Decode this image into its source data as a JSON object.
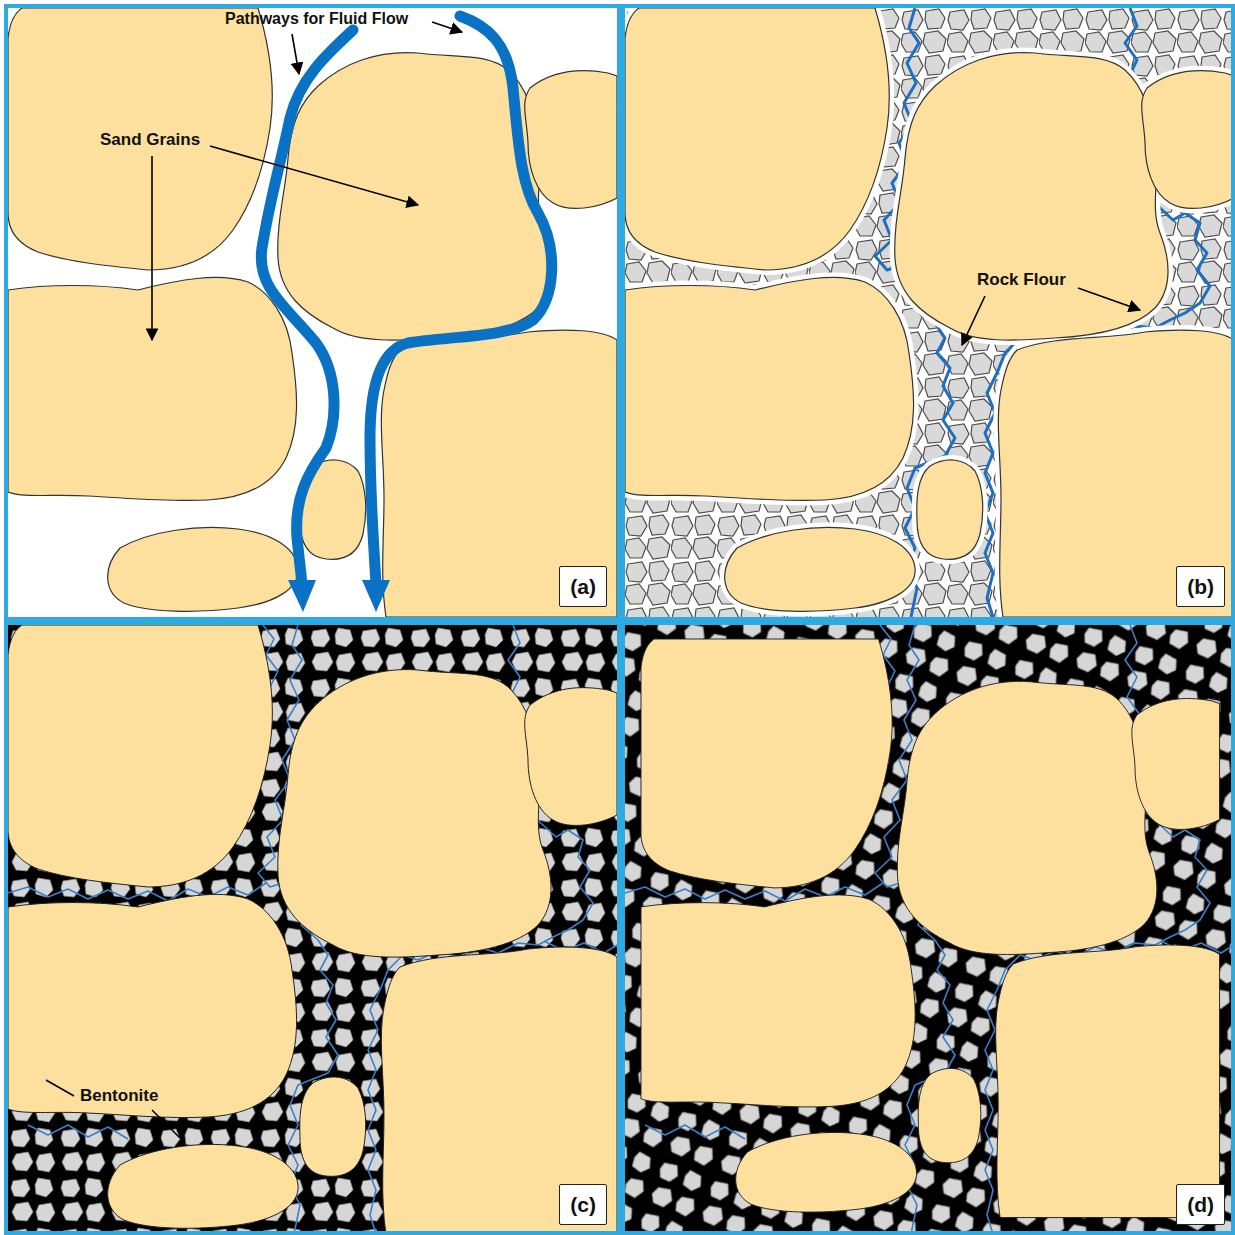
{
  "diagram": {
    "nodes": [
      {
        "text": [
          "(a)"
        ]
      },
      {
        "text": [
          "(b)"
        ]
      },
      {
        "text": [
          "(c)"
        ]
      },
      {
        "text": [
          "(d)"
        ]
      }
    ],
    "labels": [
      "Pathways for Fluid Flow",
      "Sand Grains",
      "Rock Flour",
      "Bentonite"
    ]
  }
}
